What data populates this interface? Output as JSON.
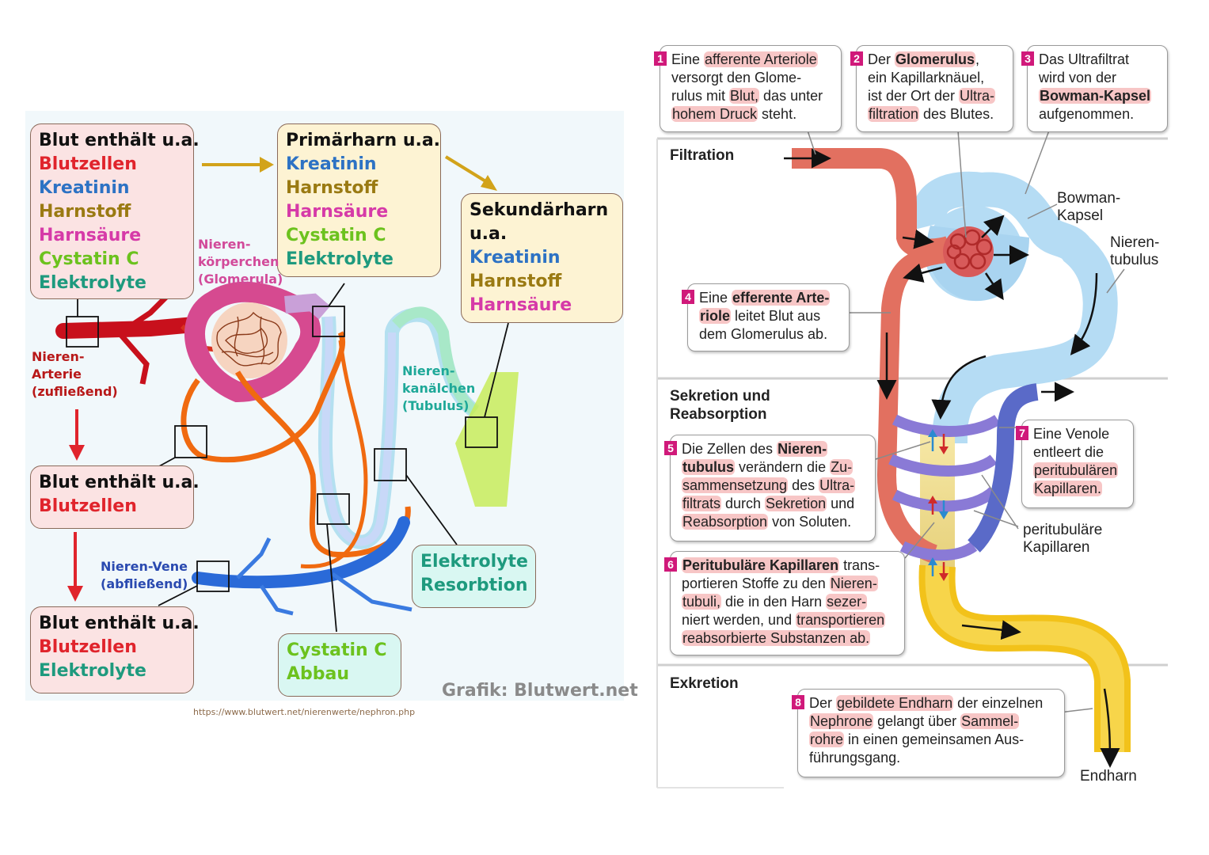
{
  "left": {
    "box_blood1": {
      "title": "Blut enthält u.a.",
      "items": [
        "Blutzellen",
        "Kreatinin",
        "Harnstoff",
        "Harnsäure",
        "Cystatin C",
        "Elektrolyte"
      ]
    },
    "box_primary": {
      "title": "Primärharn u.a.",
      "items": [
        "Kreatinin",
        "Harnstoff",
        "Harnsäure",
        "Cystatin C",
        "Elektrolyte"
      ]
    },
    "box_secondary": {
      "title1": "Sekundärharn",
      "title2": "u.a.",
      "items": [
        "Kreatinin",
        "Harnstoff",
        "Harnsäure"
      ]
    },
    "box_blood2": {
      "title": "Blut enthält u.a.",
      "items": [
        "Blutzellen"
      ]
    },
    "box_blood3": {
      "title": "Blut enthält u.a.",
      "items": [
        "Blutzellen",
        "Elektrolyte"
      ]
    },
    "box_electrolyte": {
      "line1": "Elektrolyte",
      "line2": "Resorbtion"
    },
    "box_cystatin": {
      "line1": "Cystatin C",
      "line2": "Abbau"
    },
    "label_koerperchen": [
      "Nieren-",
      "körperchen",
      "(Glomerula)"
    ],
    "label_arterie": [
      "Nieren-",
      "Arterie",
      "(zufließend)"
    ],
    "label_kanaelchen": [
      "Nieren-",
      "kanälchen",
      "(Tubulus)"
    ],
    "label_vene": [
      "Nieren-Vene",
      "(abfließend)"
    ],
    "credit": "Grafik: Blutwert.net",
    "url": "https://www.blutwert.net/nierenwerte/nephron.php",
    "colors": {
      "blutzellen": "#e0242c",
      "kreatinin": "#2d72c4",
      "harnstoff": "#9a7a12",
      "harnsaeure": "#d63aa8",
      "cystatin": "#6cc21e",
      "elektrolyte": "#1e9a7e"
    }
  },
  "right": {
    "sections": {
      "filtration": "Filtration",
      "sekretion1": "Sekretion und",
      "sekretion2": "Reabsorption",
      "exkretion": "Exkretion"
    },
    "callouts": {
      "c1": {
        "num": "1",
        "lines": [
          [
            "Eine ",
            "afferente Arteriole"
          ],
          [
            "versorgt den Glome-"
          ],
          [
            "rulus mit ",
            "Blut,",
            " das unter"
          ],
          [
            "",
            "hohem Druck",
            " steht."
          ]
        ]
      },
      "c2": {
        "num": "2",
        "lines": [
          [
            "Der ",
            "Glomerulus",
            ","
          ],
          [
            "ein Kapillarknäuel,"
          ],
          [
            "ist der Ort der ",
            "Ultra-"
          ],
          [
            "",
            "filtration",
            " des Blutes."
          ]
        ]
      },
      "c3": {
        "num": "3",
        "lines": [
          [
            "Das Ultrafiltrat"
          ],
          [
            "wird von der"
          ],
          [
            "",
            "Bowman-Kapsel"
          ],
          [
            "aufgenommen."
          ]
        ]
      },
      "c4": {
        "num": "4",
        "lines": [
          [
            "Eine ",
            "efferente Arte-"
          ],
          [
            "",
            "riole",
            " leitet Blut aus"
          ],
          [
            "dem Glomerulus ab."
          ]
        ]
      },
      "c5": {
        "num": "5",
        "lines": [
          [
            "Die Zellen des ",
            "Nieren-"
          ],
          [
            "",
            "tubulus",
            " verändern die ",
            "Zu-"
          ],
          [
            "",
            "sammensetzung",
            " des ",
            "Ultra-"
          ],
          [
            "",
            "filtrats",
            " durch ",
            "Sekretion",
            " und"
          ],
          [
            "",
            "Reabsorption",
            " von Soluten."
          ]
        ]
      },
      "c6": {
        "num": "6",
        "lines": [
          [
            "",
            "Peritubuläre Kapillaren",
            " trans-"
          ],
          [
            "portieren Stoffe zu den ",
            "Nieren-"
          ],
          [
            "",
            "tubuli,",
            " die in den Harn ",
            "sezer-"
          ],
          [
            "niert werden, und ",
            "transportieren"
          ],
          [
            "",
            "reabsorbierte Substanzen ab."
          ]
        ]
      },
      "c7": {
        "num": "7",
        "lines": [
          [
            "Eine Venole"
          ],
          [
            "entleert die"
          ],
          [
            "",
            "peritubulären"
          ],
          [
            "",
            "Kapillaren."
          ]
        ]
      },
      "c8": {
        "num": "8",
        "lines": [
          [
            "Der ",
            "gebildete Endharn",
            " der einzelnen"
          ],
          [
            "",
            "Nephrone",
            " gelangt über ",
            "Sammel-"
          ],
          [
            "",
            "rohre",
            " in einen gemeinsamen Aus-"
          ],
          [
            "führungsgang."
          ]
        ]
      }
    },
    "labels": {
      "bowman": [
        "Bowman-",
        "Kapsel"
      ],
      "tubulus": [
        "Nieren-",
        "tubulus"
      ],
      "peritubulaer": [
        "peritubuläre",
        "Kapillaren"
      ],
      "endharn": "Endharn"
    }
  }
}
